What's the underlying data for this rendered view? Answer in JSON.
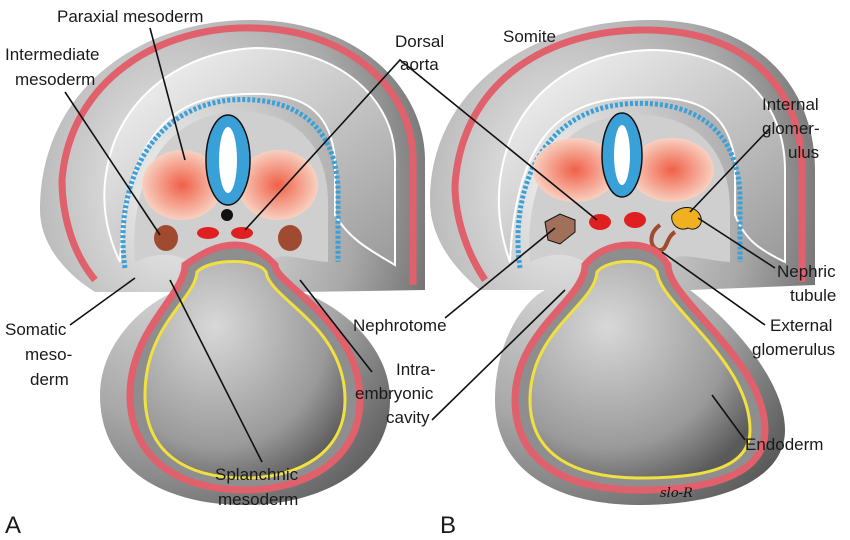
{
  "labels": {
    "paraxial": "Paraxial mesoderm",
    "intermediate_1": "Intermediate",
    "intermediate_2": "mesoderm",
    "dorsal_1": "Dorsal",
    "dorsal_2": "aorta",
    "somite": "Somite",
    "internal_1": "Internal",
    "internal_2": "glomer-",
    "internal_3": "ulus",
    "somatic_1": "Somatic",
    "somatic_2": "meso-",
    "somatic_3": "derm",
    "intra_1": "Intra-",
    "intra_2": "embryonic",
    "intra_3": "cavity",
    "nephrotome": "Nephrotome",
    "nephric_1": "Nephric",
    "nephric_2": "tubule",
    "external_1": "External",
    "external_2": "glomerulus",
    "endoderm": "Endoderm",
    "splanchnic_1": "Splanchnic",
    "splanchnic_2": "mesoderm"
  },
  "panels": {
    "a": "A",
    "b": "B"
  },
  "signature": "slo-R",
  "colors": {
    "ectoderm": "#e0606c",
    "neural": "#3aa0d8",
    "endoderm": "#f0e040",
    "aorta": "#e02020",
    "intermediate": "#a04a30",
    "tubule": "#f0b020"
  }
}
